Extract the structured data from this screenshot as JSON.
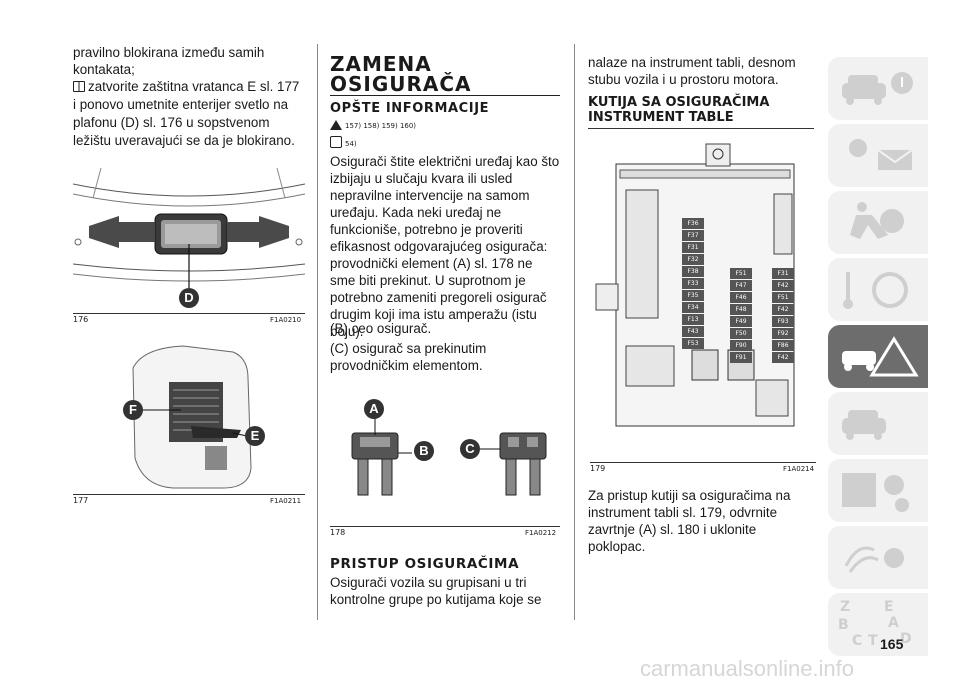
{
  "col1": {
    "para1": "pravilno blokirana između samih kontakata;",
    "para2": "zatvorite zaštitna vratanca E sl. 177 i ponovo umetnite enterijer svetlo na plafonu (D) sl. 176 u sopstvenom ležištu uveravajući se da je blokirano.",
    "fig176": {
      "number": "176",
      "code": "F1A0210",
      "label_d": "D"
    },
    "fig177": {
      "number": "177",
      "code": "F1A0211",
      "label_f": "F",
      "label_e": "E"
    }
  },
  "col2": {
    "title_line1": "ZAMENA",
    "title_line2": "OSIGURAČA",
    "subtitle": "OPŠTE INFORMACIJE",
    "warn_refs": "157) 158) 159) 160)",
    "caution_ref": "54)",
    "para1": "Osigurači štite električni uređaj kao što izbijaju u slučaju kvara ili usled nepravilne intervencije na samom uređaju. Kada neki uređaj ne funkcioniše, potrebno je proveriti efikasnost odgovarajućeg osigurača: provodnički element (A) sl. 178 ne sme biti prekinut. U suprotnom je potrebno zameniti pregoreli osigurač drugim koji ima istu amperažu (istu boju).",
    "para2": "(B) ceo osigurač.",
    "para3": "(C) osigurač sa prekinutim provodničkim elementom.",
    "fig178": {
      "number": "178",
      "code": "F1A0212",
      "label_a": "A",
      "label_b": "B",
      "label_c": "C"
    },
    "heading2": "PRISTUP OSIGURAČIMA",
    "para4": "Osigurači vozila su grupisani u tri kontrolne grupe po kutijama koje se"
  },
  "col3": {
    "para1": "nalaze na instrument tabli, desnom stubu vozila i u prostoru motora.",
    "heading_line1": "KUTIJA SA OSIGURAČIMA",
    "heading_line2": "INSTRUMENT TABLE",
    "fig179": {
      "number": "179",
      "code": "F1A0214",
      "col_left": [
        "F36",
        "F37",
        "F31",
        "F32",
        "F38",
        "F33",
        "F35",
        "F34",
        "F13",
        "F43",
        "F53"
      ],
      "col_mid": [
        "F51",
        "F47",
        "F46",
        "F48",
        "F49",
        "F50",
        "F90",
        "F91"
      ],
      "col_right": [
        "F31",
        "F42",
        "F51",
        "F42",
        "F93",
        "F92",
        "F86",
        "F42"
      ]
    },
    "para2": "Za pristup kutiji sa osiguračima na instrument tabli sl. 179, odvrnite zavrtnje (A) sl. 180 i uklonite poklopac."
  },
  "sidebar": {
    "tabs": [
      {
        "name": "car-info"
      },
      {
        "name": "lights-messages"
      },
      {
        "name": "safety"
      },
      {
        "name": "starting-driving"
      },
      {
        "name": "emergency"
      },
      {
        "name": "maintenance"
      },
      {
        "name": "technical-data"
      },
      {
        "name": "multimedia"
      },
      {
        "name": "index"
      }
    ],
    "index_letters": [
      "Z",
      "E",
      "B",
      "A",
      "C",
      "T",
      "D"
    ]
  },
  "page_number": "165",
  "watermark": "carmanualsonline.info"
}
